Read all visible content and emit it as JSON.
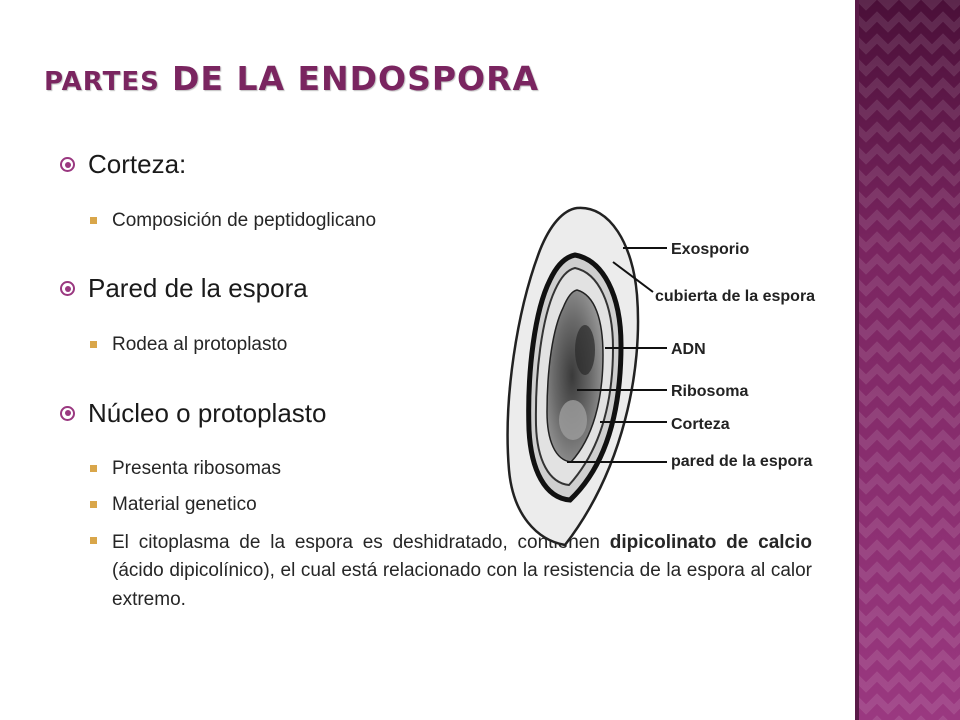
{
  "title": {
    "part1": "PARTES",
    "part2": "DE LA  ENDOSPORA"
  },
  "sections": [
    {
      "heading": "Corteza:",
      "items": [
        "Composición de peptidoglicano"
      ]
    },
    {
      "heading": "Pared de la espora",
      "items": [
        "Rodea al protoplasto"
      ]
    },
    {
      "heading": "Núcleo o protoplasto",
      "items": [
        "Presenta  ribosomas",
        "Material genetico"
      ]
    }
  ],
  "paragraph": {
    "before": "El citoplasma de la espora es deshidratado, contienen ",
    "bold": "dipicolinato de calcio",
    "after": " (ácido dipicolínico), el cual está relacionado con la resistencia de la espora al calor extremo."
  },
  "diagram_labels": [
    "Exosporio",
    "cubierta de la espora",
    "ADN",
    "Ribosoma",
    "Corteza",
    "pared de la espora"
  ],
  "colors": {
    "accent": "#7a2560",
    "bullet_circle": "#9a3880",
    "bullet_square": "#d9a64a"
  }
}
